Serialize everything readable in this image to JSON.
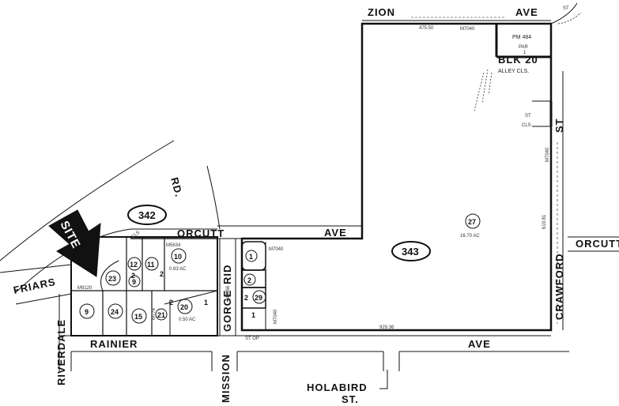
{
  "streets": {
    "zion": "ZION",
    "ave_top": "AVE",
    "st_corner": "ST",
    "rd": "RD.",
    "orcutt_mid": "ORCUTT",
    "orcutt_right": "ORCUTT",
    "ave_mid": "AVE",
    "friars": "FRIARS",
    "riverdale": "RIVERDALE",
    "rainier": "RAINIER",
    "gorge": "GORGE",
    "rid": "RID",
    "mission": "MISSION",
    "crawford": "CRAWFORD",
    "ave_bottom": "AVE",
    "holabird": "HOLABIRD",
    "holabird_st": "ST.",
    "st_right": "ST"
  },
  "site_label": "SITE",
  "books": {
    "b342": "342",
    "b343": "343"
  },
  "annotations": {
    "blk": "BLK 20",
    "alley": "ALLEY CLS.",
    "pm": "PM 484",
    "par": "PAR",
    "one": "1",
    "m7040_top": "M7040",
    "st_cls": "ST",
    "cls": "CLS",
    "m7040_right": "M7040",
    "m7040_mid": "M7040",
    "m7040_low": "M7040",
    "m9120": "M9120",
    "m5634": "M5634",
    "acres_main": "16.70 AC",
    "acres_10": "0.83 AC",
    "acres_20": "0.50 AC",
    "cls_left": "CLS",
    "dist_bottom": "929.36",
    "dist_right": "619.81",
    "dist_top": "475.50",
    "m776": "M776",
    "m5356": "M5356",
    "st_op": "ST OP"
  },
  "parcels": {
    "p27": "27",
    "p10": "10",
    "p11": "11",
    "p12": "12",
    "p9a": "9",
    "p23": "23",
    "p9": "9",
    "p24": "24",
    "p15": "15",
    "p21": "21",
    "p20": "20",
    "p2a": "2",
    "p2b": "2",
    "p1a": "1",
    "p1b": "1",
    "p2c": "2",
    "p2d": "2",
    "p29": "29",
    "p1c": "1",
    "p2e": "2"
  }
}
